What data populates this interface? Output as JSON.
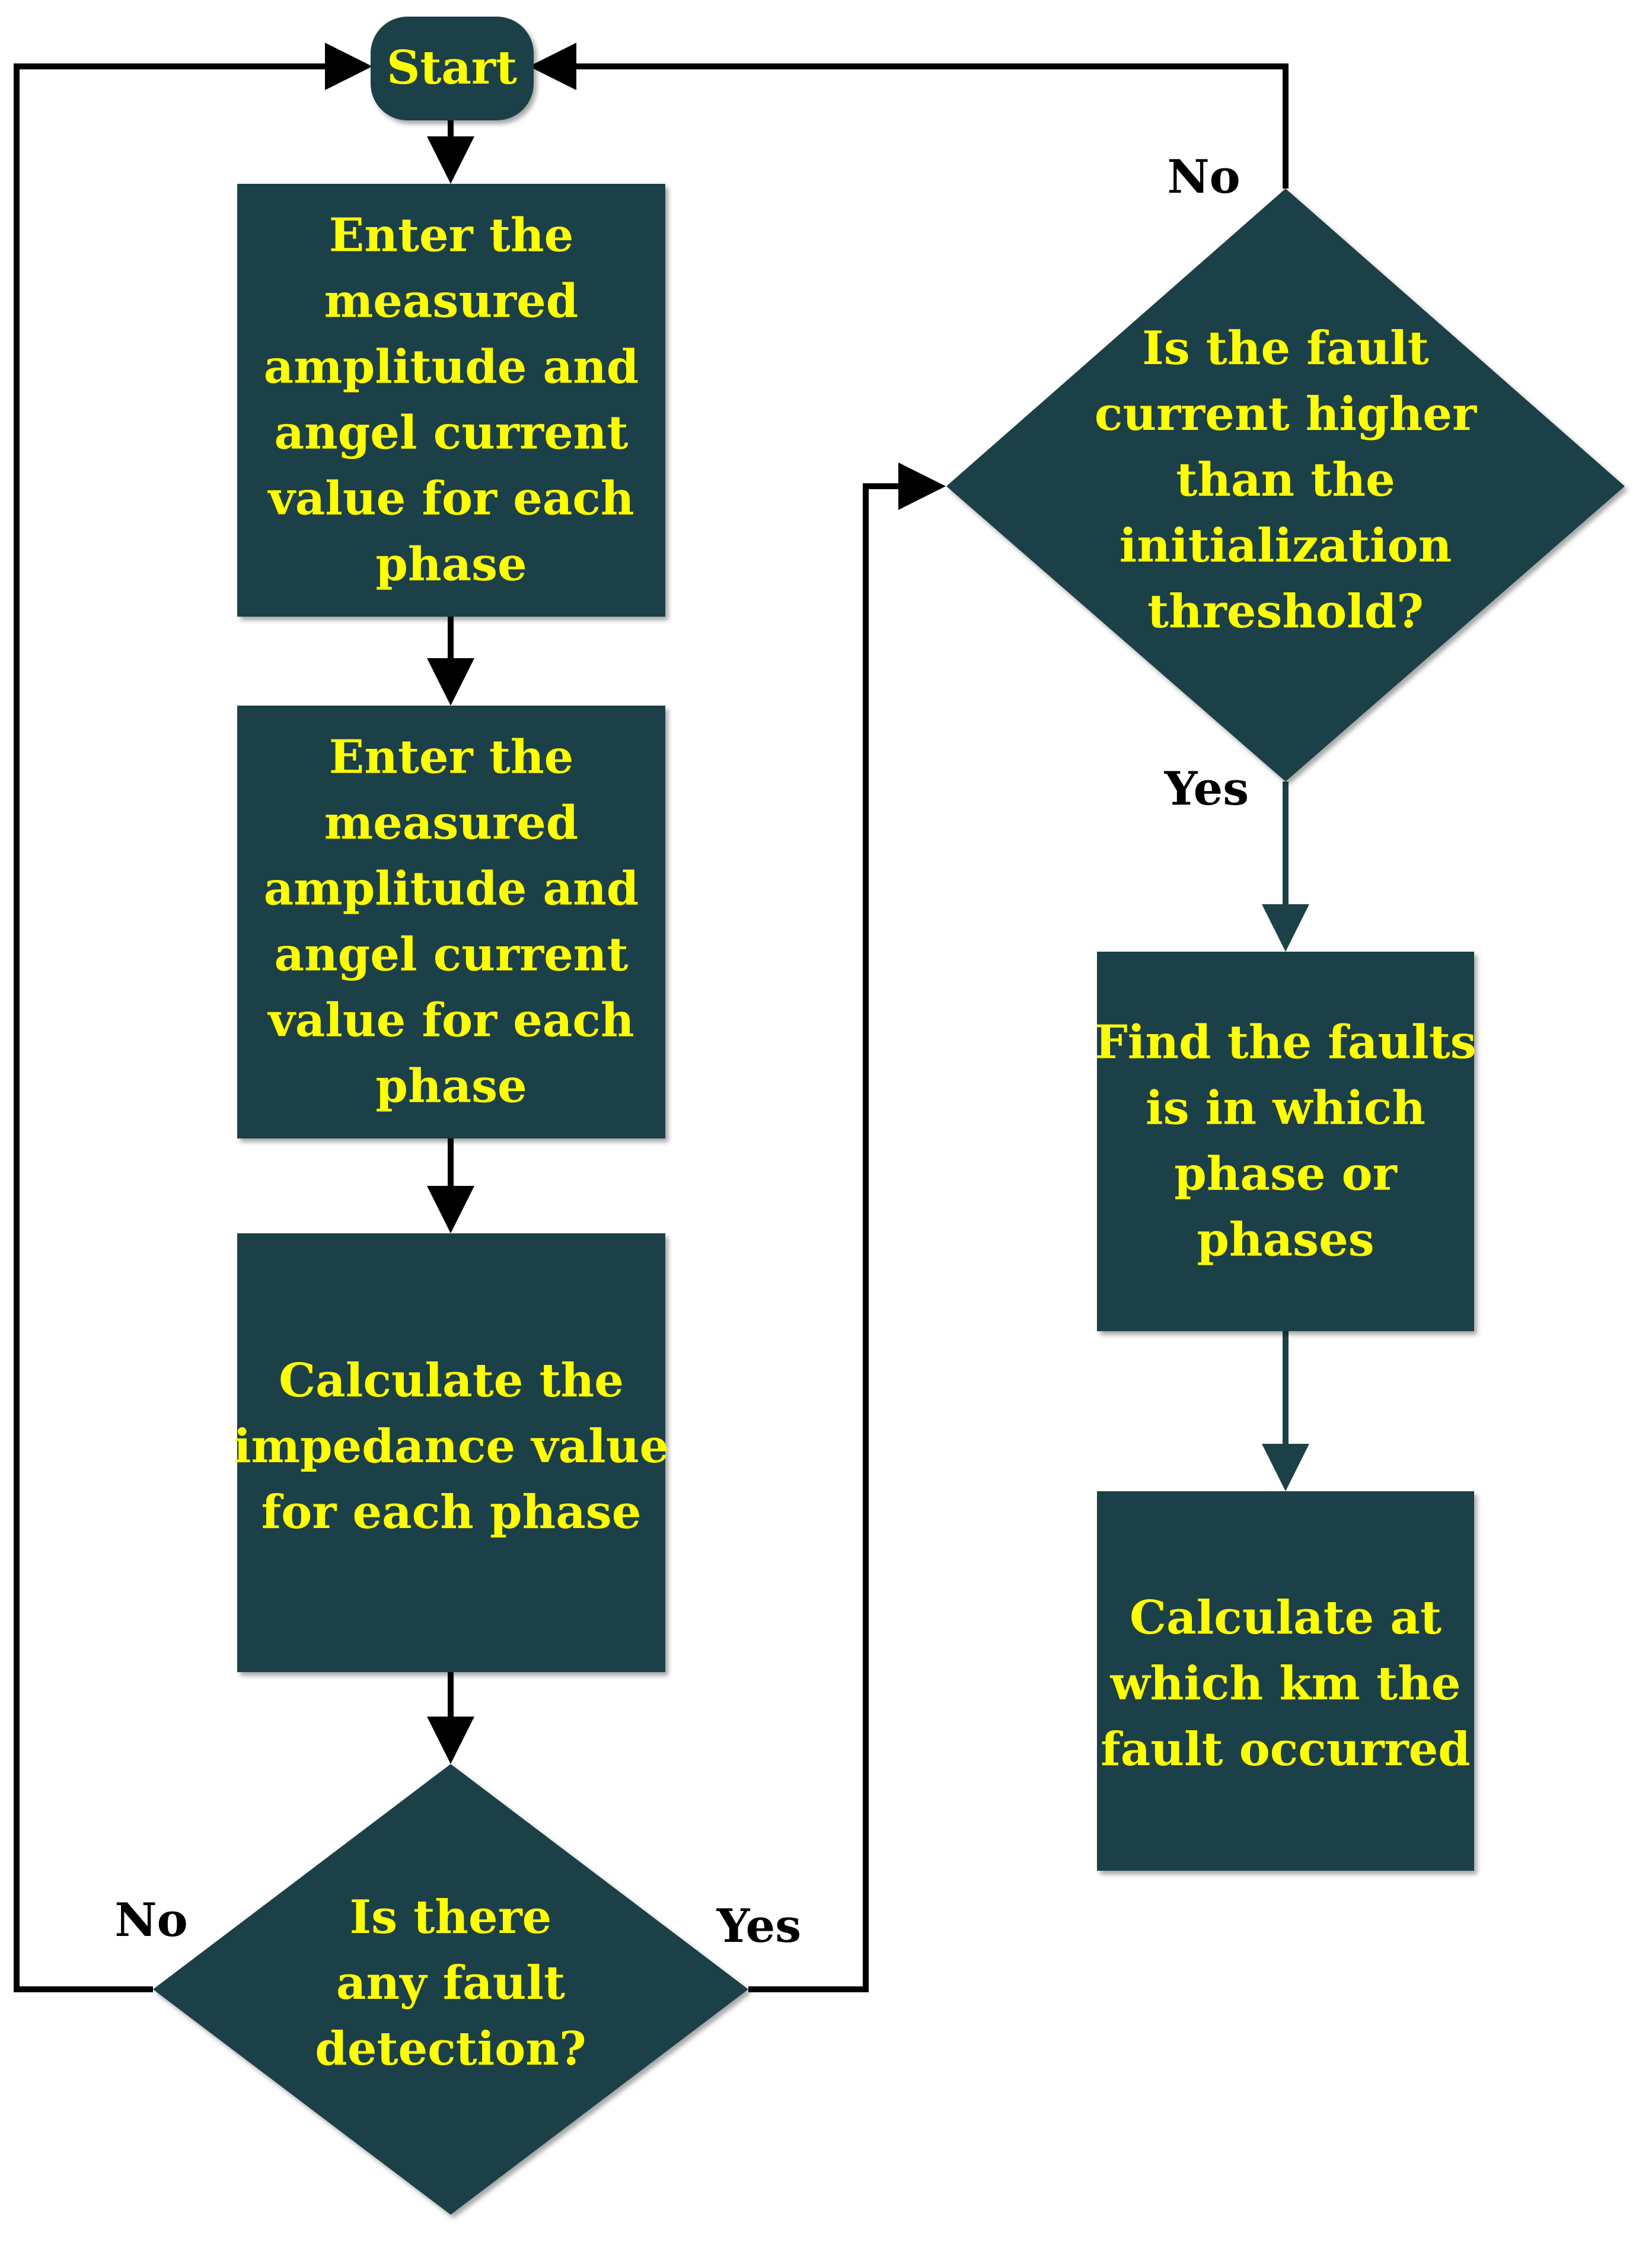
{
  "colors": {
    "node_fill": "#1c4146",
    "node_text": "#ffff00",
    "line_dark": "#000000",
    "line_teal": "#1c4146",
    "label": "#000000"
  },
  "nodes": {
    "start": {
      "lines": [
        "Start"
      ]
    },
    "step1": {
      "lines": [
        "Enter the",
        "measured",
        "amplitude and",
        "angel current",
        "value for each",
        "phase"
      ]
    },
    "step2": {
      "lines": [
        "Enter the",
        "measured",
        "amplitude and",
        "angel current",
        "value for each",
        "phase"
      ]
    },
    "step3": {
      "lines": [
        "Calculate the",
        "impedance value",
        "for each phase"
      ]
    },
    "decision1": {
      "lines": [
        "Is there",
        "any fault",
        "detection?"
      ]
    },
    "decision2": {
      "lines": [
        "Is the fault",
        "current higher",
        "than the",
        "initialization",
        "threshold?"
      ]
    },
    "step4": {
      "lines": [
        "Find the faults",
        "is in which",
        "phase or",
        "phases"
      ]
    },
    "step5": {
      "lines": [
        "Calculate at",
        "which km the",
        "fault occurred"
      ]
    }
  },
  "labels": {
    "d1_no": "No",
    "d1_yes": "Yes",
    "d2_no": "No",
    "d2_yes": "Yes"
  }
}
